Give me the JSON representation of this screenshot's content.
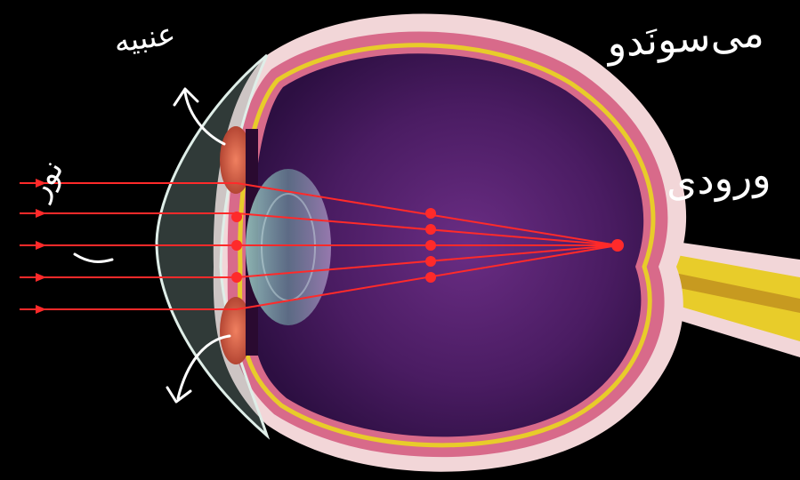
{
  "annotations": {
    "cornea": "عنبیه",
    "top_right": "می‌سونَدو",
    "incoming": "ورودی",
    "light": "نور"
  },
  "colors": {
    "background": "#000000",
    "sclera": "#f2d6d8",
    "choroid": "#d86a8a",
    "retina": "#e8cc2a",
    "vitreous": "#4b1d66",
    "ray": "#ff2a2a",
    "ink": "#ffffff"
  },
  "icons": [
    "arrow-up-icon",
    "arrow-down-left-icon"
  ]
}
